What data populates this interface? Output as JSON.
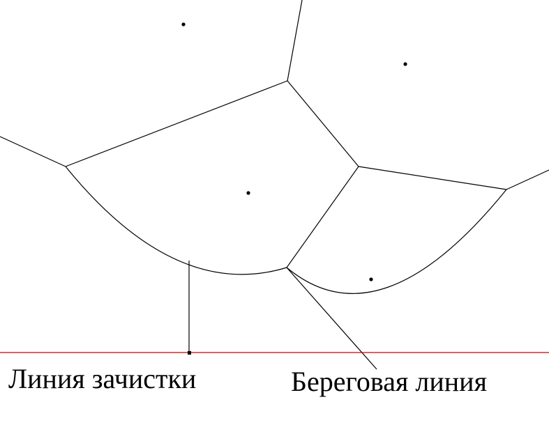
{
  "diagram": {
    "labels": {
      "sweep_line": "Линия зачистки",
      "beach_line": "Береговая линия"
    },
    "colors": {
      "background": "#ffffff",
      "edges": "#000000",
      "sites": "#000000",
      "sweep_line": "#cc0000",
      "pointer": "#000000",
      "text": "#000000"
    },
    "site_count": 4
  }
}
